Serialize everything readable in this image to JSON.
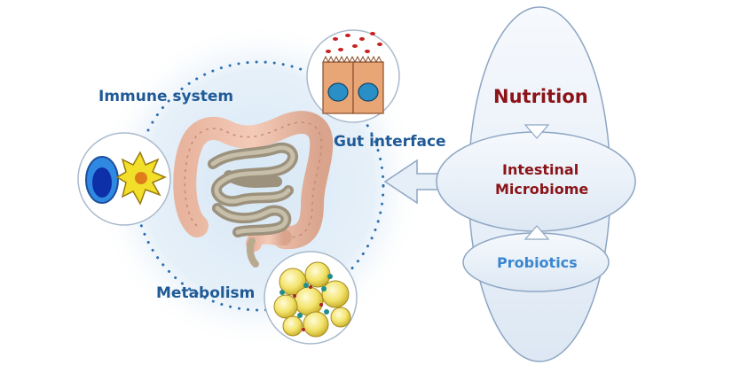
{
  "labels": {
    "immune": "Immune system",
    "gut": "Gut interface",
    "metabolism": "Metabolism",
    "nutrition": "Nutrition",
    "microbiome_line1": "Intestinal",
    "microbiome_line2": "Microbiome",
    "probiotics": "Probiotics"
  },
  "colors": {
    "blue_text": "#1f5a96",
    "red_text": "#8b1418",
    "probiotics_text": "#3a86cf",
    "glow": "#cfe2f3",
    "shape_fill": "#e9f0f8",
    "shape_stroke": "#8ea6c3",
    "dots": "#2a6fb0"
  }
}
